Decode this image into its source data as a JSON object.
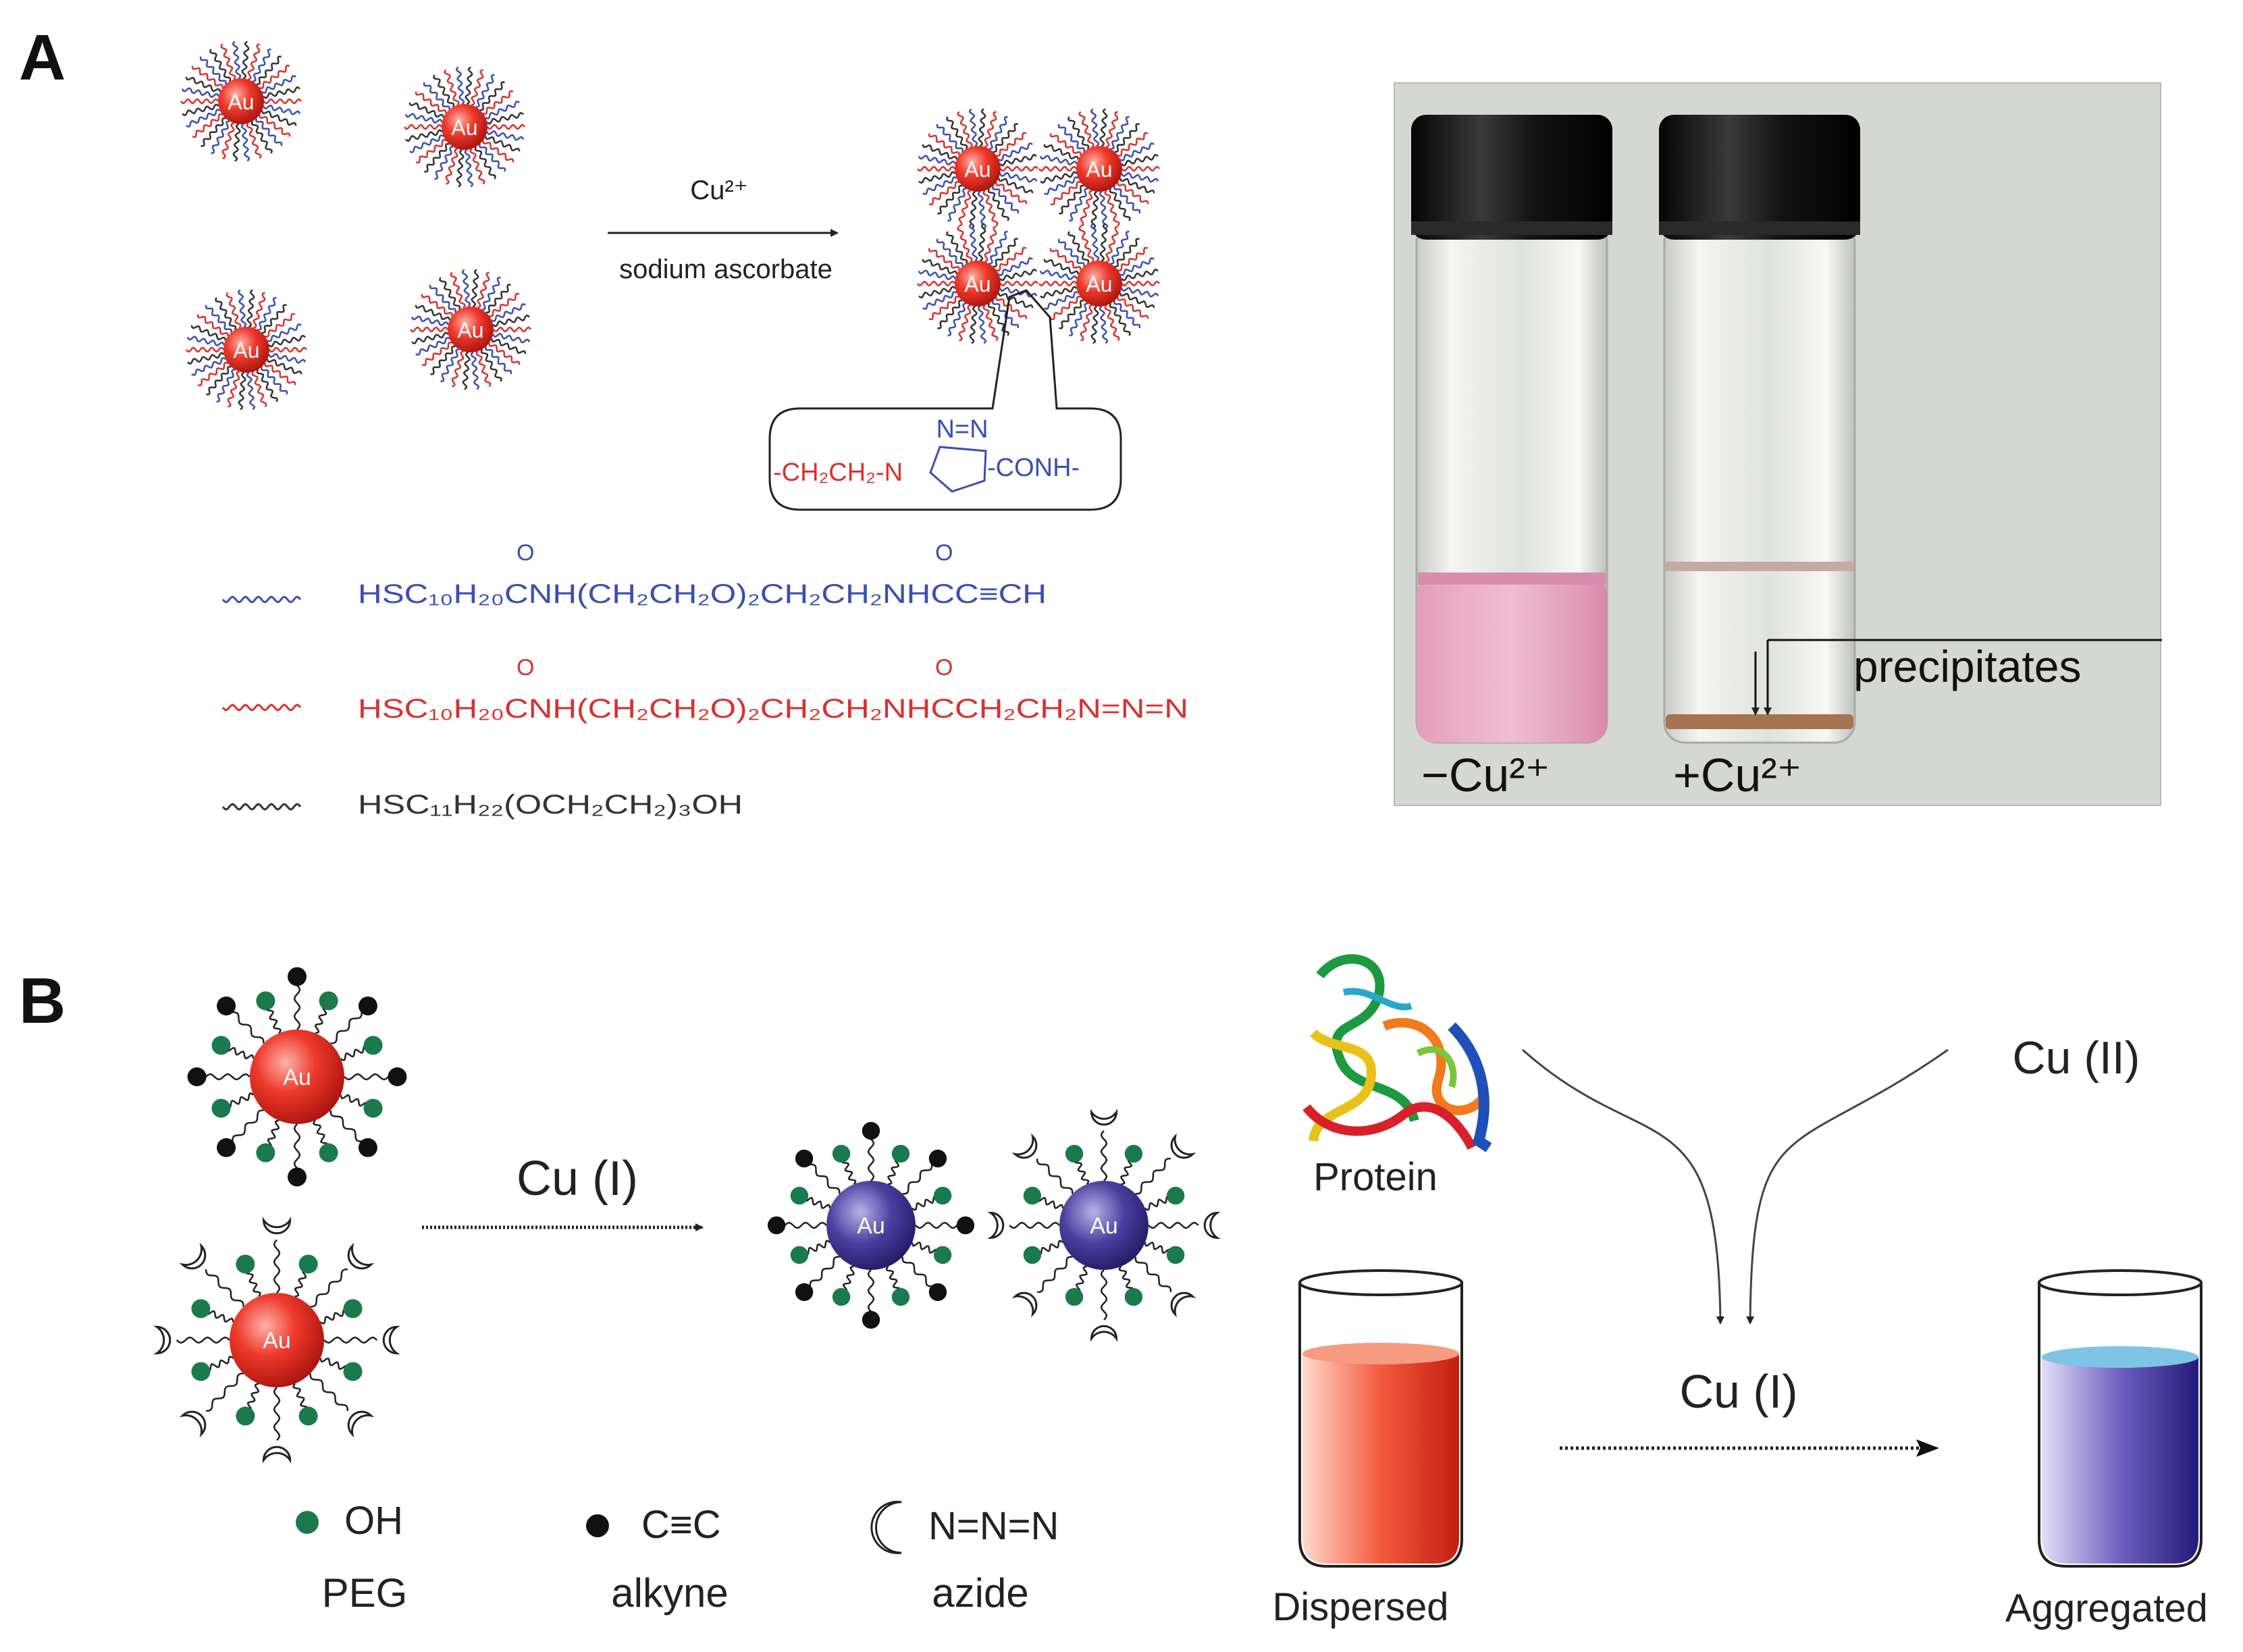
{
  "panel_a": {
    "label": "A",
    "particle_label": "Au",
    "arrow_top": "Cu²⁺",
    "arrow_bottom": "sodium ascorbate",
    "triazole": {
      "ring_top": "N=N",
      "left": "-CH₂CH₂-N",
      "right": "-CONH-"
    },
    "ligands": [
      {
        "color": "#3a4fb0",
        "formula": "HSC₁₀H₂₀CNH(CH₂CH₂O)₂CH₂CH₂NHCC≡CH",
        "carbonyls": "O"
      },
      {
        "color": "#d8322f",
        "formula": "HSC₁₀H₂₀CNH(CH₂CH₂O)₂CH₂CH₂NHCCH₂CH₂N=N=N",
        "carbonyls": "O"
      },
      {
        "color": "#333333",
        "formula": "HSC₁₁H₂₂(OCH₂CH₂)₃OH"
      }
    ],
    "photo": {
      "left_label": "−Cu²⁺",
      "right_label": "+Cu²⁺",
      "annotation": "precipitates"
    }
  },
  "panel_b": {
    "label": "B",
    "particle_label": "Au",
    "arrow_label": "Cu (I)",
    "legend": [
      {
        "symbol_text": "OH",
        "name": "PEG",
        "color": "#1a7a4c"
      },
      {
        "symbol_text": "C≡C",
        "name": "alkyne",
        "color": "#111111"
      },
      {
        "symbol_text": "N=N=N",
        "name": "azide",
        "color": "#ffffff"
      }
    ],
    "protein_label": "Protein",
    "cu2_label": "Cu (II)",
    "cu1_label": "Cu (I)",
    "dispersed_label": "Dispersed",
    "aggregated_label": "Aggregated"
  },
  "colors": {
    "au_red": "#e8221c",
    "au_blue": "#3a2f8f",
    "ligand_blue": "#3a4fb0",
    "ligand_red": "#d8322f",
    "peg_green": "#1a7a4c",
    "vial_pink": "#e8aac4",
    "precipitate": "#a5734f",
    "cap_black": "#141414"
  }
}
